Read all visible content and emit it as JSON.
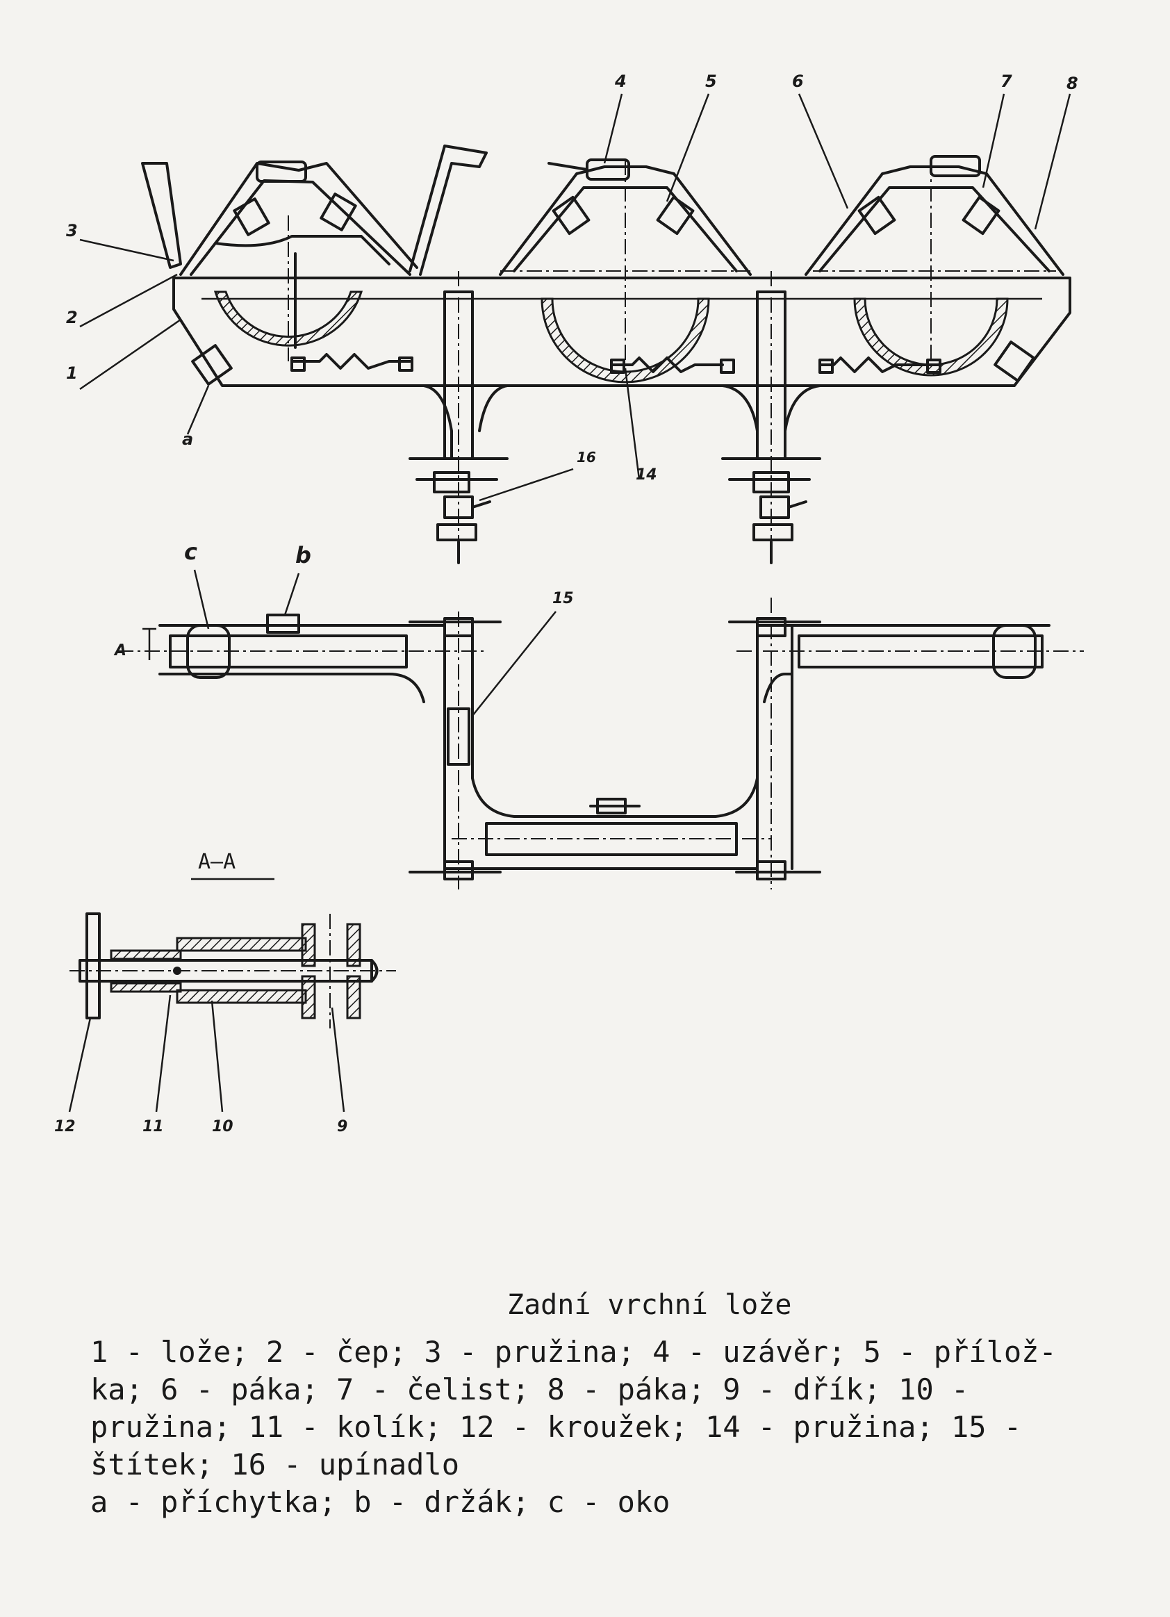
{
  "diagram": {
    "top_view_labels": [
      "1",
      "2",
      "3",
      "4",
      "5",
      "6",
      "7",
      "8",
      "14",
      "16",
      "a"
    ],
    "plan_view_labels": [
      "c",
      "b",
      "A",
      "15"
    ],
    "section": {
      "title": "A–A",
      "labels": [
        "12",
        "11",
        "10",
        "9"
      ]
    }
  },
  "caption": {
    "title": "Zadní vrchní lože",
    "lines": [
      "1 - lože; 2 - čep; 3 - pružina; 4 - uzávěr; 5 - přílož-",
      "ka; 6 - páka; 7 - čelist; 8 - páka; 9 - dřík; 10 -",
      "pružina; 11 - kolík; 12 - kroužek; 14 - pružina; 15 -",
      "štítek; 16 - upínadlo",
      "a - příchytka; b - držák; c - oko"
    ]
  }
}
